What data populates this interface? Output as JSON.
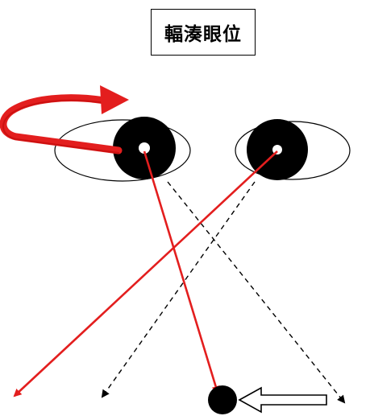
{
  "title": "輻湊眼位",
  "colors": {
    "line_of_sight": "#e31e1e",
    "rotation_arrow": "#e31e1e",
    "pupil": "#000000",
    "dashed_axis": "#000000",
    "target_arrow_fill": "#ffffff"
  },
  "icons": {
    "left_eye": "eye-outline-with-black-iris",
    "right_eye": "eye-outline-with-black-iris",
    "rotation": "curved-rotation-arrow",
    "target": "black-dot-target",
    "target_pointer": "hollow-left-arrow"
  }
}
